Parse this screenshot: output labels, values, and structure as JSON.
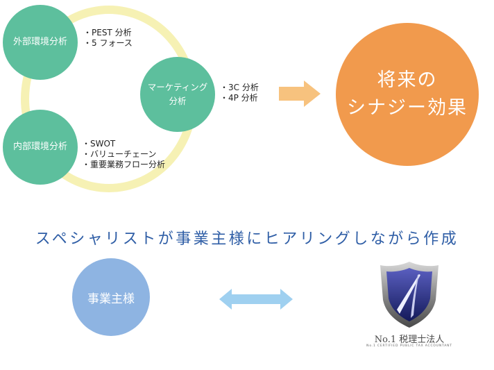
{
  "analysis": {
    "external": {
      "label": "外部環境分析",
      "bullets": [
        "・PEST 分析",
        "・5 フォース"
      ]
    },
    "internal": {
      "label": "内部環境分析",
      "bullets": [
        "・SWOT",
        "・バリューチェーン",
        "・重要業務フロー分析"
      ]
    },
    "marketing": {
      "label_line1": "マーケティング",
      "label_line2": "分析",
      "bullets": [
        "・3C 分析",
        "・4P 分析"
      ]
    }
  },
  "result": {
    "line1": "将来の",
    "line2": "シナジー効果"
  },
  "process": {
    "heading": "スペシャリストが事業主様にヒアリングしながら作成",
    "client_label": "事業主様",
    "firm_name": "No.1 税理士法人",
    "firm_tagline": "No.1 CERTIFIED PUBLIC TAX ACCOUNTANT"
  },
  "colors": {
    "green": "#5dbf9d",
    "orange": "#f19a4d",
    "ring_yellow": "#f6f1b4",
    "arrow_orange": "#f7c27e",
    "blue": "#8eb4e2",
    "heading_blue": "#2f5ea6",
    "arrow_blue": "#9fd0f0"
  }
}
